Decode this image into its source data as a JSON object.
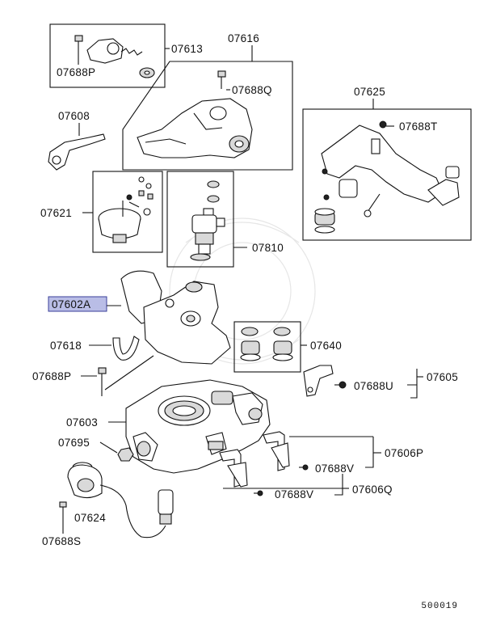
{
  "labels": {
    "p07613": "07613",
    "p07688P": "07688P",
    "p07616": "07616",
    "p07688Q": "07688Q",
    "p07608": "07608",
    "p07625": "07625",
    "p07688T": "07688T",
    "p07621": "07621",
    "p07810": "07810",
    "p07602A": "07602A",
    "p07618": "07618",
    "p07640": "07640",
    "p07688P_2": "07688P",
    "p07688U": "07688U",
    "p07605": "07605",
    "p07603": "07603",
    "p07695": "07695",
    "p07606P": "07606P",
    "p07688V": "07688V",
    "p07688V_2": "07688V",
    "p07606Q": "07606Q",
    "p07624": "07624",
    "p07688S": "07688S"
  },
  "footer_code": "500019",
  "colors": {
    "highlight": "#b9bde6",
    "line": "#111111"
  }
}
